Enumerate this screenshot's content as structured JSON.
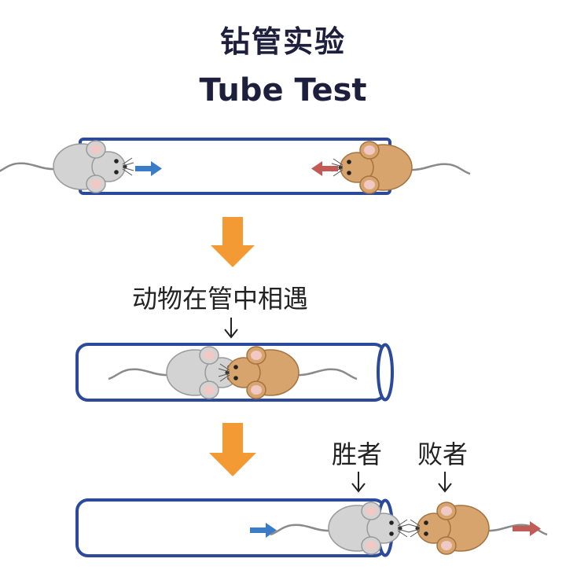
{
  "title": {
    "chinese": "钻管实验",
    "english": "Tube Test"
  },
  "labels": {
    "meet": "动物在管中相遇",
    "winner": "胜者",
    "loser": "败者"
  },
  "colors": {
    "tube_outline": "#2b4a9c",
    "gray_mouse": "#d3d3d3",
    "brown_mouse": "#d8a46e",
    "blue_arrow": "#3a7cc8",
    "red_arrow": "#c25a55",
    "orange_arrow": "#f39a34"
  },
  "icons": [
    "gray-mouse-icon",
    "brown-mouse-icon",
    "blue-arrow-icon",
    "red-arrow-icon",
    "orange-down-arrow-icon",
    "down-pointer-arrow-icon"
  ]
}
